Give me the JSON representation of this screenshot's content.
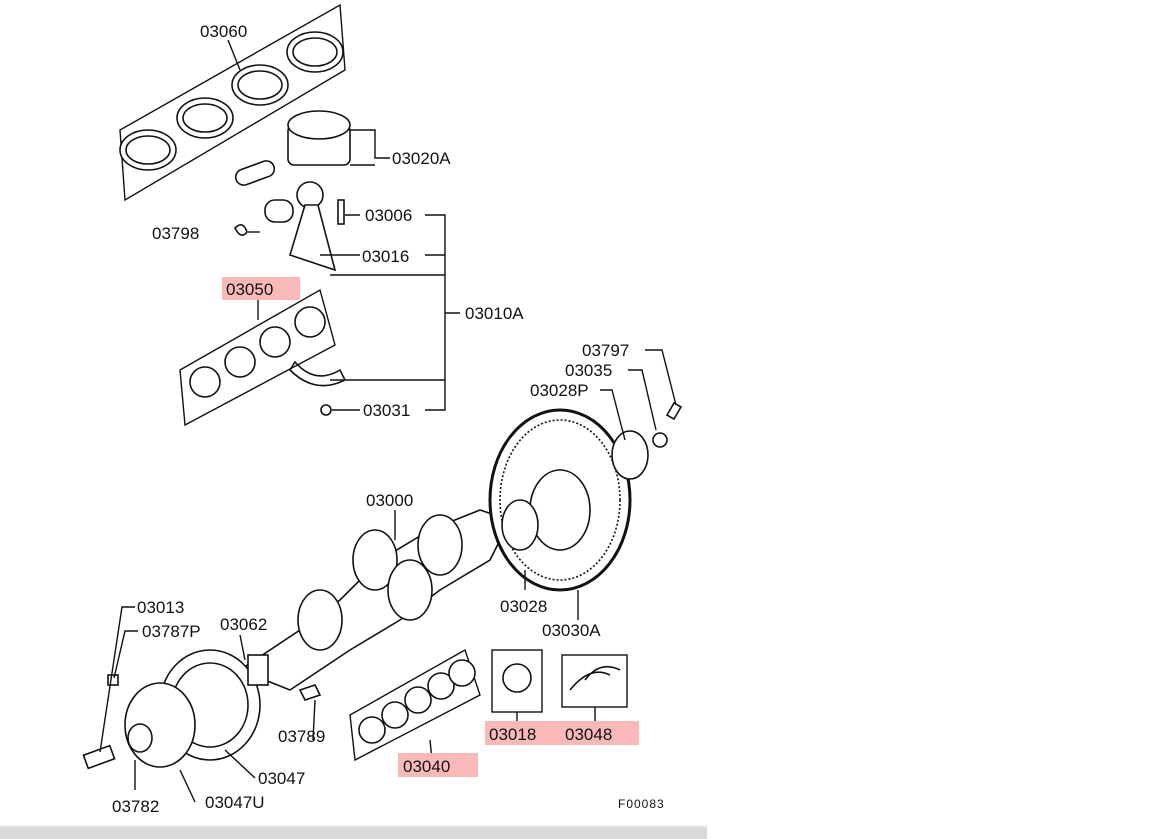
{
  "diagram": {
    "figure_code": "F00083",
    "highlight_color": "#f9b9b9",
    "labels": {
      "p03060": "03060",
      "p03020A": "03020A",
      "p03006": "03006",
      "p03798": "03798",
      "p03016": "03016",
      "p03050": "03050",
      "p03010A": "03010A",
      "p03031": "03031",
      "p03797": "03797",
      "p03035": "03035",
      "p03028P": "03028P",
      "p03000": "03000",
      "p03028": "03028",
      "p03030A": "03030A",
      "p03013": "03013",
      "p03787P": "03787P",
      "p03062": "03062",
      "p03789": "03789",
      "p03018": "03018",
      "p03048": "03048",
      "p03040": "03040",
      "p03047": "03047",
      "p03782": "03782",
      "p03047U": "03047U"
    },
    "highlighted": [
      "03050",
      "03040",
      "03018",
      "03048"
    ]
  }
}
